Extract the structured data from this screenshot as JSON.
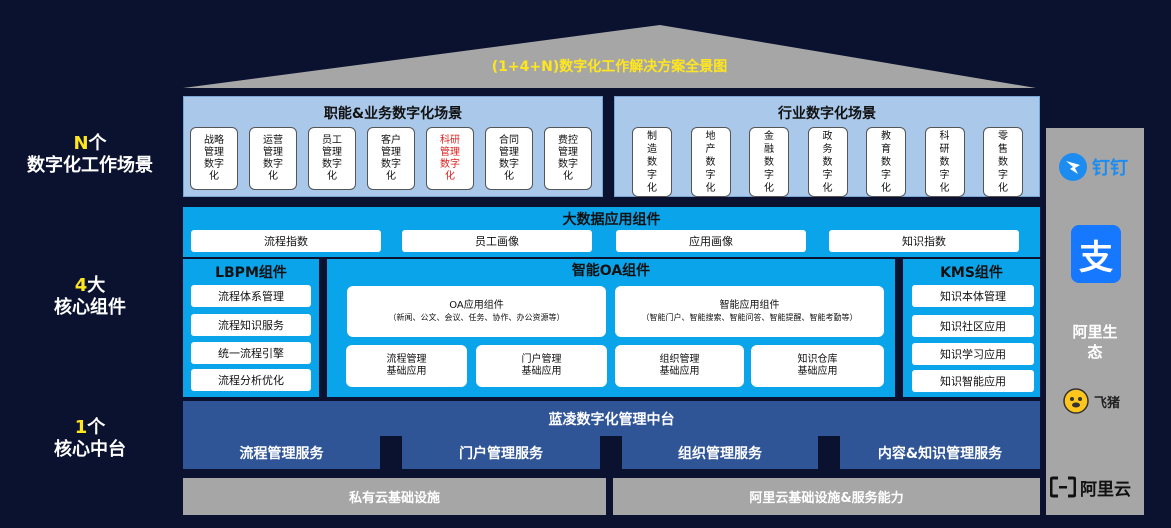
{
  "roof": {
    "title": "(1+4+N)数字化工作解决方案全景图"
  },
  "side_labels": [
    {
      "num": "N",
      "suffix": "个",
      "line2": "数字化工作场景"
    },
    {
      "num": "4",
      "suffix": "大",
      "line2": "核心组件"
    },
    {
      "num": "1",
      "suffix": "个",
      "line2": "核心中台"
    }
  ],
  "function_scenes": {
    "title": "职能&业务数字化场景",
    "items": [
      {
        "label": "战略管理数字化",
        "lines": [
          "战略",
          "管理",
          "数字",
          "化"
        ],
        "highlight": false
      },
      {
        "label": "运营管理数字化",
        "lines": [
          "运营",
          "管理",
          "数字",
          "化"
        ],
        "highlight": false
      },
      {
        "label": "员工管理数字化",
        "lines": [
          "员工",
          "管理",
          "数字",
          "化"
        ],
        "highlight": false
      },
      {
        "label": "客户管理数字化",
        "lines": [
          "客户",
          "管理",
          "数字",
          "化"
        ],
        "highlight": false
      },
      {
        "label": "科研管理数字化",
        "lines": [
          "科研",
          "管理",
          "数字",
          "化"
        ],
        "highlight": true
      },
      {
        "label": "合同管理数字化",
        "lines": [
          "合同",
          "管理",
          "数字",
          "化"
        ],
        "highlight": false
      },
      {
        "label": "费控管理数字化",
        "lines": [
          "费控",
          "管理",
          "数字",
          "化"
        ],
        "highlight": false
      }
    ]
  },
  "industry_scenes": {
    "title": "行业数字化场景",
    "items": [
      {
        "label": "制造数字化",
        "lines": [
          "制",
          "造",
          "数",
          "字",
          "化"
        ]
      },
      {
        "label": "地产数字化",
        "lines": [
          "地",
          "产",
          "数",
          "字",
          "化"
        ]
      },
      {
        "label": "金融数字化",
        "lines": [
          "金",
          "融",
          "数",
          "字",
          "化"
        ]
      },
      {
        "label": "政务数字化",
        "lines": [
          "政",
          "务",
          "数",
          "字",
          "化"
        ]
      },
      {
        "label": "教育数字化",
        "lines": [
          "教",
          "育",
          "数",
          "字",
          "化"
        ]
      },
      {
        "label": "科研数字化",
        "lines": [
          "科",
          "研",
          "数",
          "字",
          "化"
        ]
      },
      {
        "label": "零售数字化",
        "lines": [
          "零",
          "售",
          "数",
          "字",
          "化"
        ]
      }
    ]
  },
  "bigdata": {
    "title": "大数据应用组件",
    "items": [
      "流程指数",
      "员工画像",
      "应用画像",
      "知识指数"
    ]
  },
  "lbpm": {
    "title": "LBPM组件",
    "items": [
      "流程体系管理",
      "流程知识服务",
      "统一流程引擎",
      "流程分析优化"
    ]
  },
  "oa": {
    "title": "智能OA组件",
    "oa_app": {
      "title": "OA应用组件",
      "desc": "（新闻、公文、会议、任务、协作、办公资源等）"
    },
    "smart_app": {
      "title": "智能应用组件",
      "desc": "（智能门户、智能搜索、智能问答、智能提醒、智能考勤等）"
    },
    "boxes": [
      {
        "line1": "流程管理",
        "line2": "基础应用"
      },
      {
        "line1": "门户管理",
        "line2": "基础应用"
      },
      {
        "line1": "组织管理",
        "line2": "基础应用"
      },
      {
        "line1": "知识仓库",
        "line2": "基础应用"
      }
    ]
  },
  "kms": {
    "title": "KMS组件",
    "items": [
      "知识本体管理",
      "知识社区应用",
      "知识学习应用",
      "知识智能应用"
    ]
  },
  "platform": {
    "title": "蓝凌数字化管理中台",
    "services": [
      "流程管理服务",
      "门户管理服务",
      "组织管理服务",
      "内容&知识管理服务"
    ]
  },
  "infra": {
    "private": "私有云基础设施",
    "aliyun": "阿里云基础设施&服务能力"
  },
  "ecosystem": {
    "dingtalk": "钉钉",
    "alipay_glyph": "支",
    "title_line1": "阿里生",
    "title_line2": "态",
    "fliggy": "飞猪",
    "aliyun_brand": "阿里云"
  },
  "colors": {
    "background": "#0b1230",
    "accent_yellow": "#ffe61e",
    "scene_panel": "#a9c8ea",
    "component_blue": "#0aa4ea",
    "platform_navy": "#2f5597",
    "infra_gray": "#a6a6a6",
    "highlight_red": "#e02020",
    "dingtalk_blue": "#1d8cf0",
    "alipay_blue": "#1677ff",
    "fliggy_yellow": "#ffc61e"
  }
}
